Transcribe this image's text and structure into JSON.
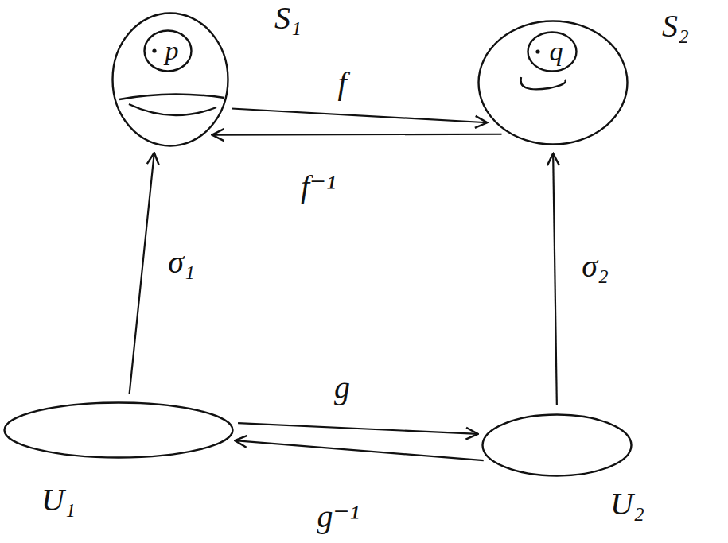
{
  "diagram": {
    "nodes": [
      {
        "text": [
          "S₁"
        ]
      },
      {
        "text": [
          "p"
        ],
        "in": 0
      },
      {
        "text": [
          "S₂"
        ]
      },
      {
        "text": [
          "q"
        ],
        "in": 2
      },
      {
        "text": [
          "U₁"
        ]
      },
      {
        "text": [
          "U₂"
        ]
      }
    ],
    "edges": [
      {
        "from": 0,
        "to": 2,
        "label": "f",
        "arrow": "to"
      },
      {
        "from": 2,
        "to": 0,
        "label": "f⁻¹",
        "arrow": "to"
      },
      {
        "from": 4,
        "to": 0,
        "label": "σ₁",
        "arrow": "to"
      },
      {
        "from": 5,
        "to": 2,
        "label": "σ₂",
        "arrow": "to"
      },
      {
        "from": 4,
        "to": 5,
        "label": "g",
        "arrow": "to"
      },
      {
        "from": 5,
        "to": 4,
        "label": "g⁻¹",
        "arrow": "to"
      }
    ]
  }
}
